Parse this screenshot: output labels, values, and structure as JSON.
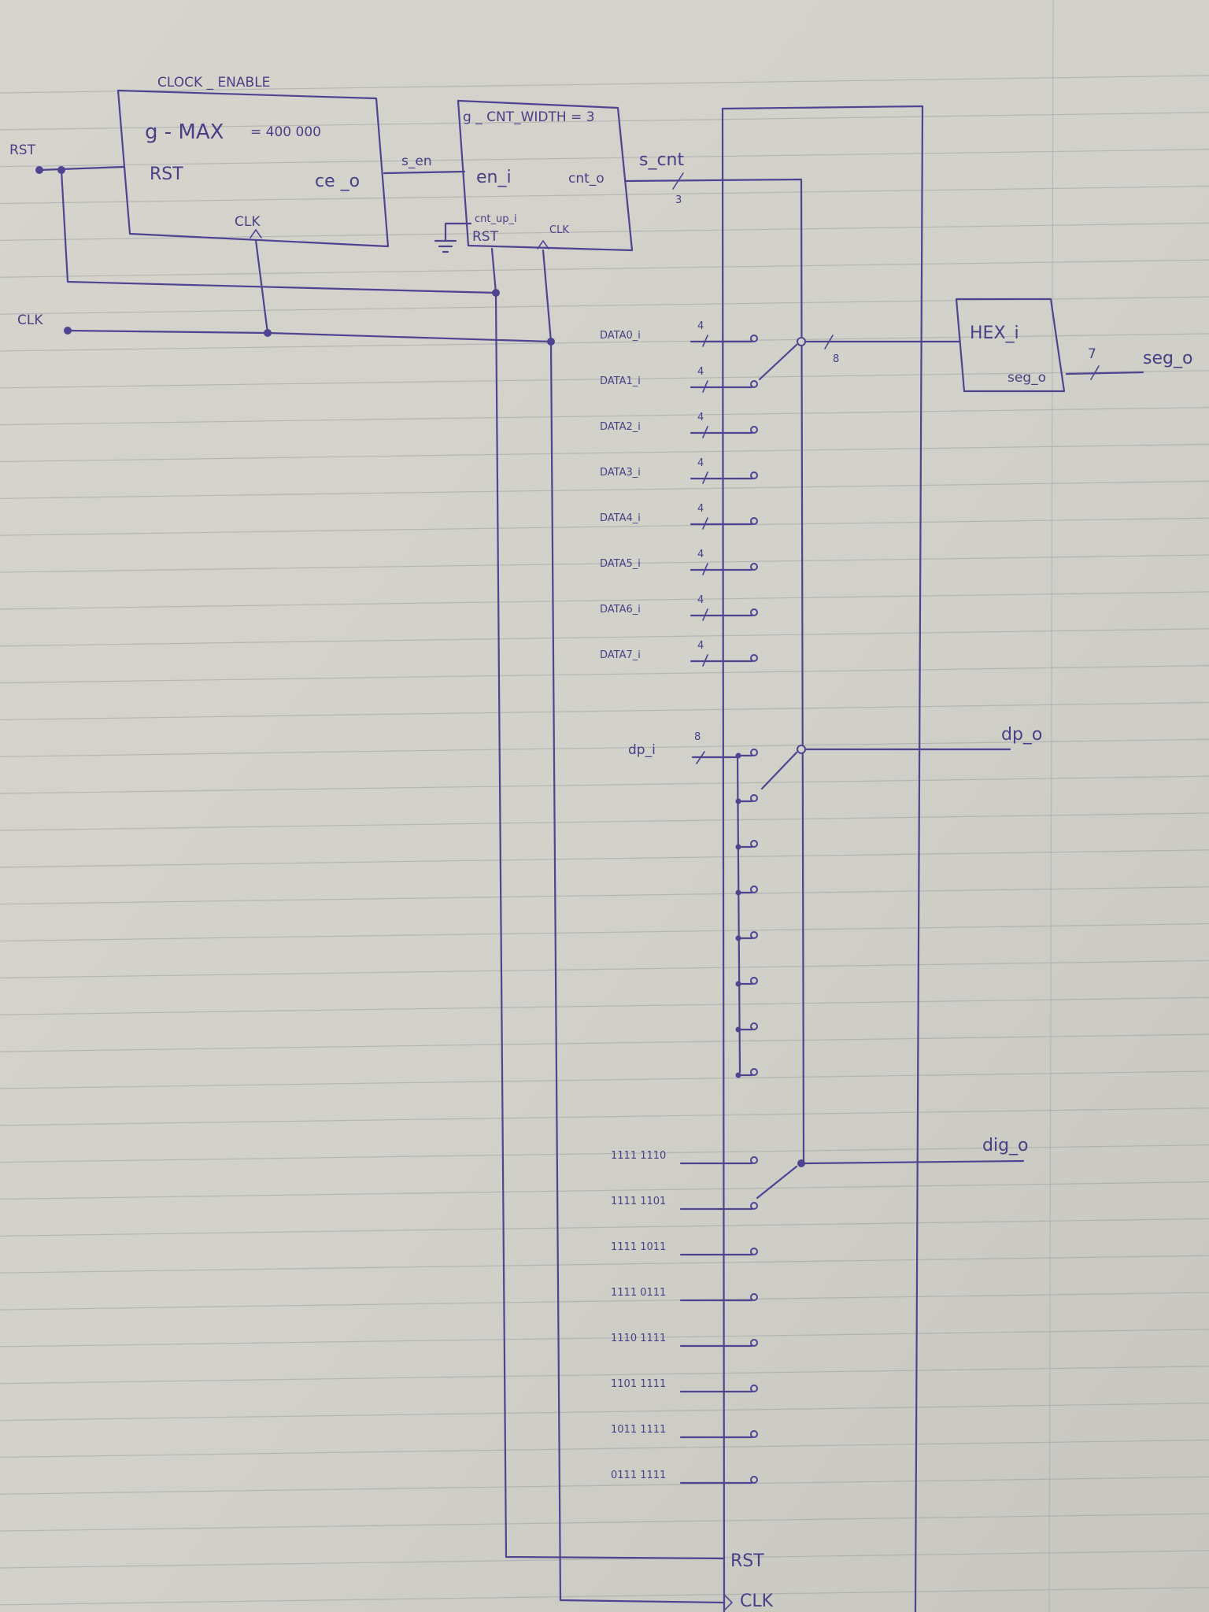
{
  "diagram": {
    "title": "CLOCK _ ENABLE",
    "clock_enable": {
      "generic": "g - MAX",
      "generic_value": "= 400 000",
      "rst": "RST",
      "ce": "ce _o",
      "clk": "CLK"
    },
    "counter": {
      "generic": "g _ CNT_WIDTH = 3",
      "en": "en_i",
      "cnt": "cnt_o",
      "up": "cnt_up_i",
      "rst": "RST",
      "clk": "CLK"
    },
    "signals": {
      "rst_in": "RST",
      "clk_in": "CLK",
      "s_en": "s_en",
      "s_cnt": "s_cnt",
      "s_cnt_width": "3",
      "bus8": "8"
    },
    "data_inputs": [
      {
        "label": "DATA0_i",
        "width": "4"
      },
      {
        "label": "DATA1_i",
        "width": "4"
      },
      {
        "label": "DATA2_i",
        "width": "4"
      },
      {
        "label": "DATA3_i",
        "width": "4"
      },
      {
        "label": "DATA4_i",
        "width": "4"
      },
      {
        "label": "DATA5_i",
        "width": "4"
      },
      {
        "label": "DATA6_i",
        "width": "4"
      },
      {
        "label": "DATA7_i",
        "width": "4"
      }
    ],
    "dp": {
      "label": "dp_i",
      "width": "8",
      "out": "dp_o"
    },
    "digit_codes": [
      "1111 1110",
      "1111 1101",
      "1111 1011",
      "1111 0111",
      "1110 1111",
      "1101 1111",
      "1011 1111",
      "0111 1111"
    ],
    "dig_out": "dig_o",
    "hex": {
      "name": "HEX_i",
      "seg": "seg_o",
      "width": "7",
      "out": "seg_o"
    },
    "mux_rst": "RST",
    "mux_clk": "CLK"
  }
}
